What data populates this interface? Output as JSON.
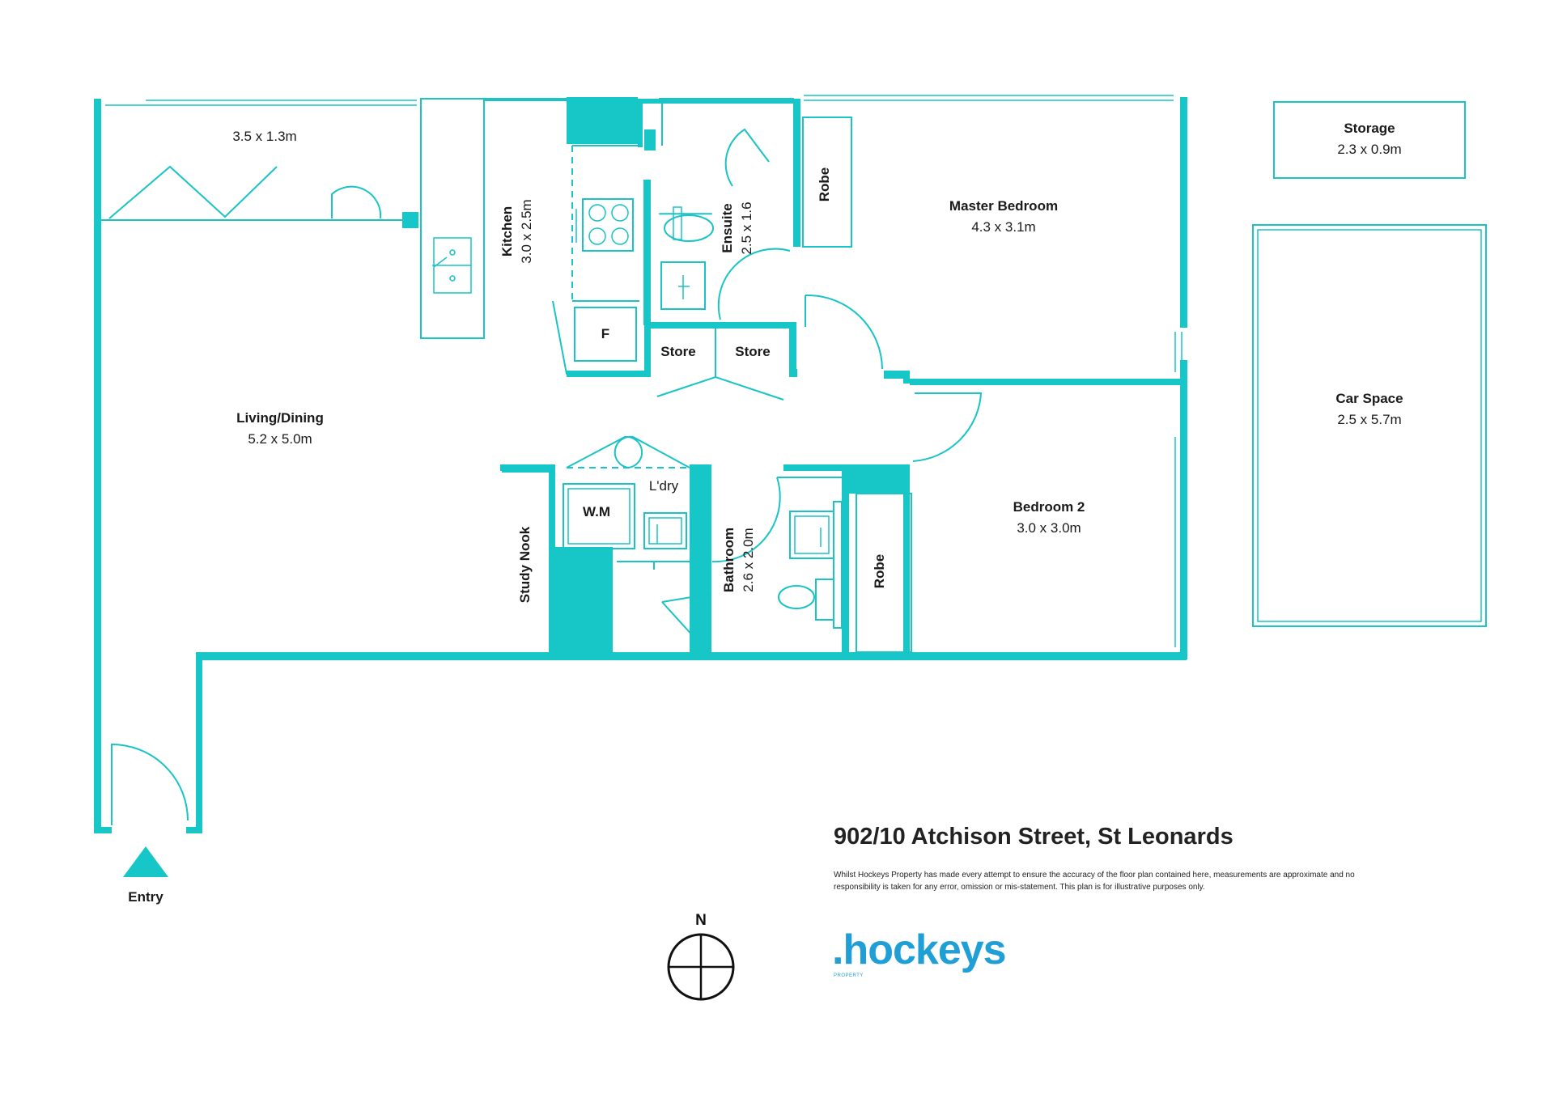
{
  "address": "902/10 Atchison Street, St Leonards",
  "disclaimer": "Whilst Hockeys Property has made every attempt to ensure the accuracy of the floor plan contained here, measurements are approximate and no responsibility is taken for any error, omission or mis-statement. This plan is for illustrative purposes only.",
  "brand": {
    "name": ".hockeys",
    "sub": "PROPERTY"
  },
  "compass": {
    "north": "N"
  },
  "entry": {
    "label": "Entry"
  },
  "rooms": {
    "balcony": {
      "dims": "3.5 x 1.3m"
    },
    "kitchen": {
      "name": "Kitchen",
      "dims": "3.0 x 2.5m"
    },
    "ensuite": {
      "name": "Ensuite",
      "dims": "2.5 x 1.6"
    },
    "robe_master": {
      "name": "Robe"
    },
    "master_bedroom": {
      "name": "Master Bedroom",
      "dims": "4.3 x 3.1m"
    },
    "storage": {
      "name": "Storage",
      "dims": "2.3 x 0.9m"
    },
    "fridge": {
      "name": "F"
    },
    "store_1": {
      "name": "Store"
    },
    "store_2": {
      "name": "Store"
    },
    "living_dining": {
      "name": "Living/Dining",
      "dims": "5.2 x 5.0m"
    },
    "car_space": {
      "name": "Car Space",
      "dims": "2.5 x 5.7m"
    },
    "laundry": {
      "name": "L'dry"
    },
    "washing_machine": {
      "name": "W.M"
    },
    "study_nook": {
      "name": "Study Nook"
    },
    "bathroom": {
      "name": "Bathroom",
      "dims": "2.6 x 2.0m"
    },
    "robe_bed2": {
      "name": "Robe"
    },
    "bedroom_2": {
      "name": "Bedroom 2",
      "dims": "3.0 x 3.0m"
    }
  },
  "colors": {
    "wall": "#17c7c7",
    "line": "#19c3c6",
    "brand": "#1f9fd6",
    "text": "#1a1a1a"
  }
}
